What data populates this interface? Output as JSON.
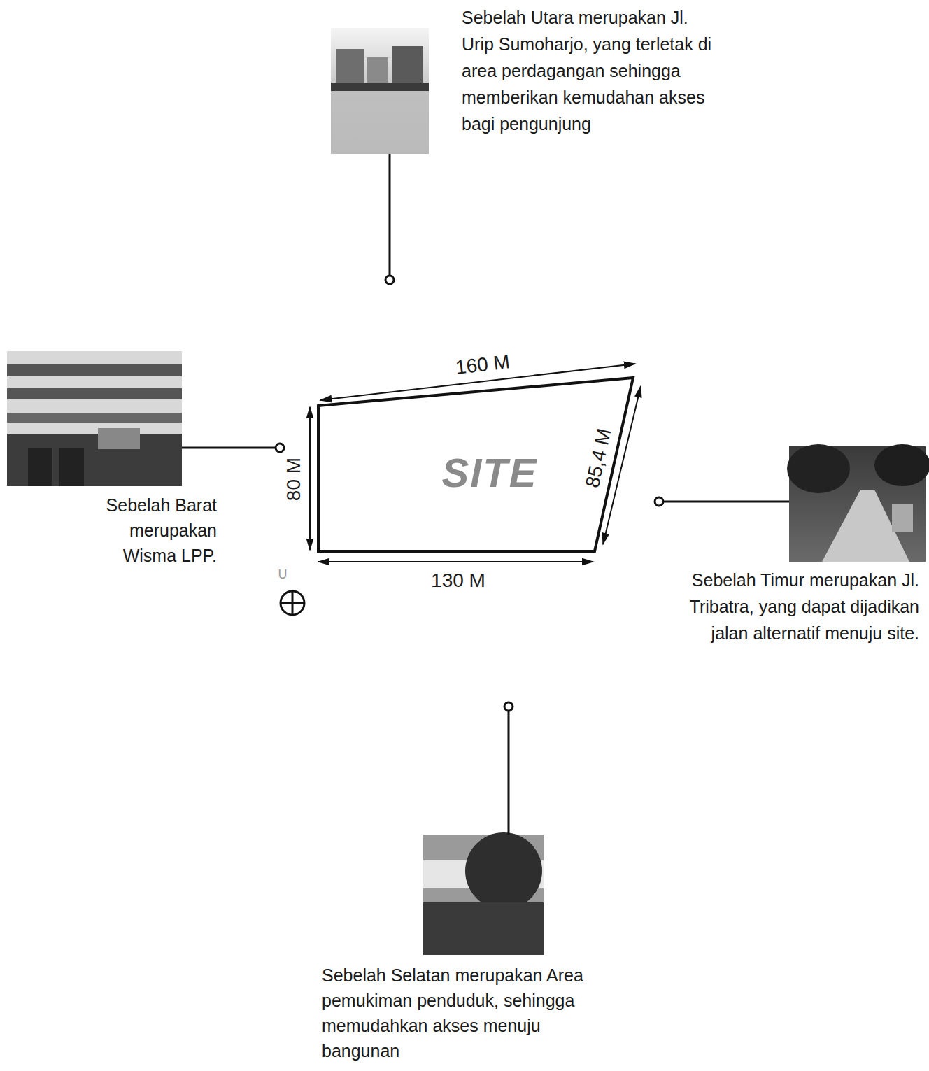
{
  "diagram": {
    "nodes": [
      {
        "text": [
          "SITE"
        ]
      }
    ],
    "labels": [
      "Sebelah Utara merupakan Jl. Urip Sumoharjo, yang terletak di area perdagangan sehingga memberikan kemudahan akses bagi pengunjung",
      "160 M",
      "80 M",
      "85,4 M",
      "130 M",
      "U",
      "Sebelah Barat merupakan Wisma LPP.",
      "Sebelah Timur merupakan Jl. Tribatra, yang dapat dijadikan jalan alternatif menuju site.",
      "Sebelah Selatan merupakan Area pemukiman penduduk, sehingga memudahkan akses menuju bangunan"
    ]
  }
}
